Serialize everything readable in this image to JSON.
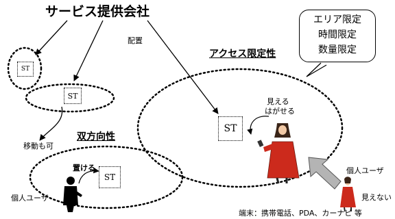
{
  "title": "サービス提供会社",
  "labels": {
    "haichi": "配置",
    "idou": "移動も可",
    "okeru": "置ける",
    "mieru": "見える",
    "hagaseru": "はがせる",
    "kojin_left": "個人ユーザ",
    "kojin_right": "個人ユーザ",
    "mienai": "見えない",
    "terminal": "端末：携帯電話、PDA、カーナビ 等"
  },
  "headings": {
    "access": "アクセス限定性",
    "souhou": "双方向性"
  },
  "constraints_box": [
    "エリア限定",
    "時間限定",
    "数量限定"
  ],
  "st_label": "ST",
  "colors": {
    "woman_clothes": "#cc2a1c",
    "arrow_gray": "#b4b4b4"
  }
}
